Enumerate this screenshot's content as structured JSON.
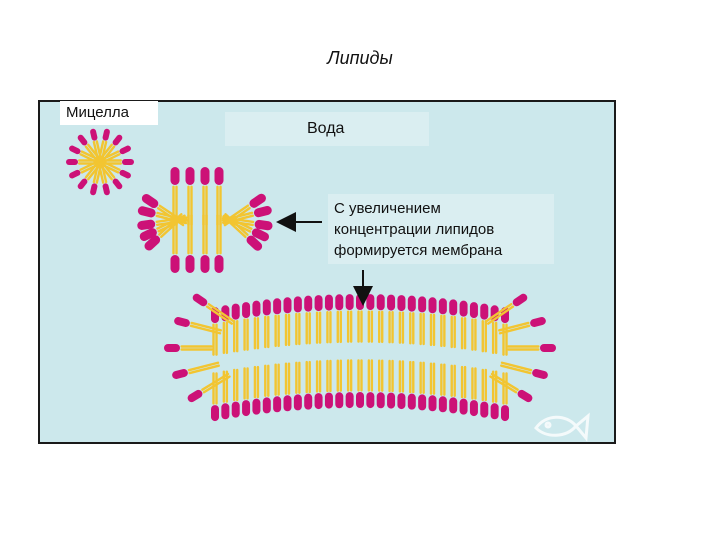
{
  "title": "Липиды",
  "labels": {
    "micelle": "Мицелла",
    "water": "Вода",
    "caption_lines": [
      "С увеличением",
      "концентрации липидов",
      "формируется мембрана"
    ]
  },
  "colors": {
    "water": "#cce8ec",
    "lipid_head": "#cc1177",
    "lipid_tail": "#f2c531",
    "border": "#1a1a1a"
  },
  "icons": [
    "fish-watermark-icon"
  ]
}
